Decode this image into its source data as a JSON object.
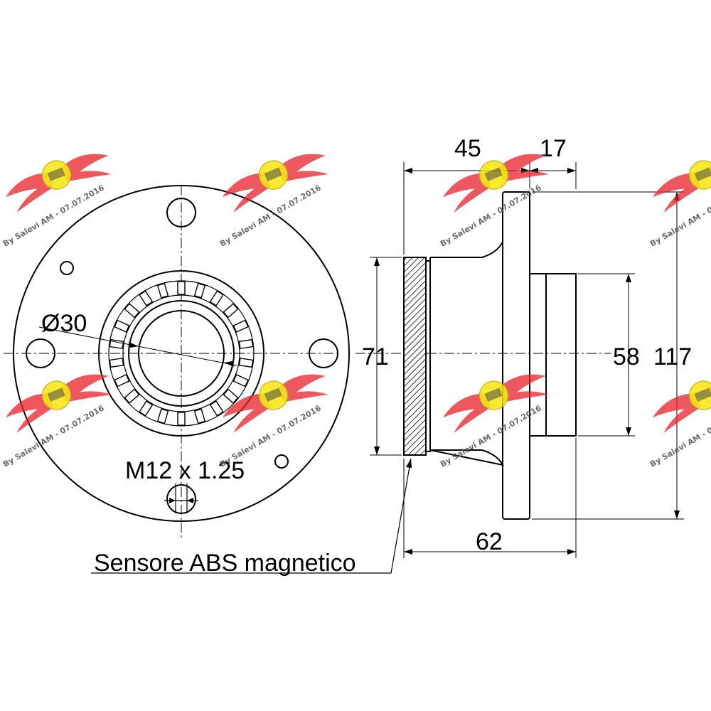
{
  "labels": {
    "diameter": "Ø30",
    "thread": "M12 x 1.25",
    "sensor": "Sensore ABS magnetico"
  },
  "dimensions": {
    "dim_45": "45",
    "dim_17": "17",
    "dim_71": "71",
    "dim_58": "58",
    "dim_117": "117",
    "dim_62": "62"
  },
  "watermark": {
    "text": "By Salevi AM - 07.07.2016",
    "logo_colors": {
      "wings": "#e8242b",
      "badge": "#f5e400"
    }
  }
}
